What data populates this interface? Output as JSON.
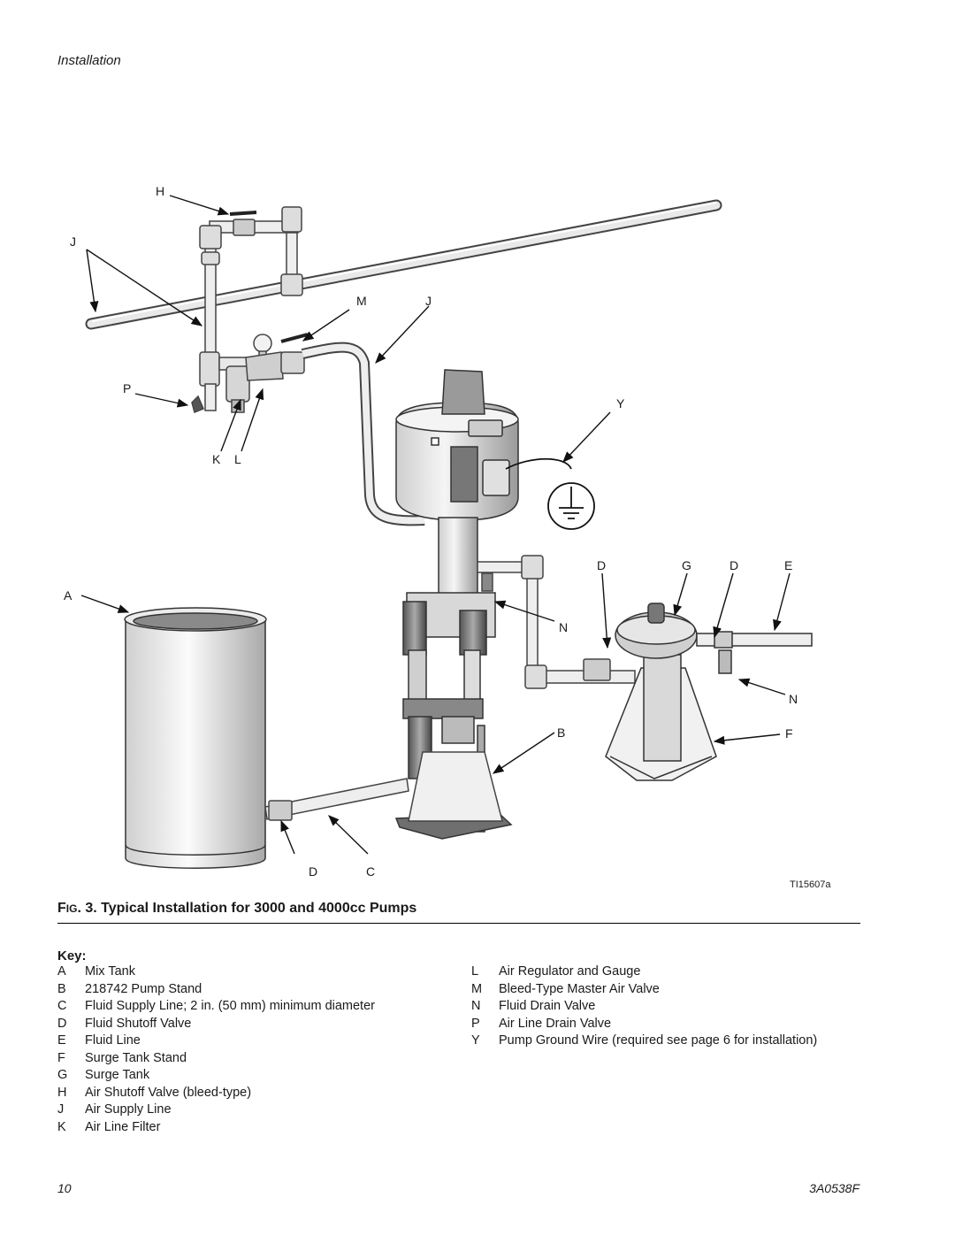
{
  "header": {
    "section": "Installation"
  },
  "figure": {
    "id": "TI15607a",
    "callouts": {
      "H": "H",
      "J": "J",
      "M": "M",
      "J2": "J",
      "P": "P",
      "K": "K",
      "L": "L",
      "Y": "Y",
      "A": "A",
      "D1": "D",
      "G": "G",
      "D2": "D",
      "E": "E",
      "N1": "N",
      "N2": "N",
      "B": "B",
      "F": "F",
      "D3": "D",
      "C": "C"
    }
  },
  "caption": {
    "prefix_big": "F",
    "prefix_small": "IG",
    "text": ". 3. Typical Installation for 3000 and 4000cc Pumps"
  },
  "key": {
    "title": "Key:",
    "left": [
      {
        "letter": "A",
        "desc": "Mix Tank"
      },
      {
        "letter": "B",
        "desc": "218742 Pump Stand"
      },
      {
        "letter": "C",
        "desc": "Fluid Supply Line; 2 in. (50 mm) minimum diameter"
      },
      {
        "letter": "D",
        "desc": "Fluid Shutoff Valve"
      },
      {
        "letter": "E",
        "desc": "Fluid Line"
      },
      {
        "letter": "F",
        "desc": "Surge Tank Stand"
      },
      {
        "letter": "G",
        "desc": "Surge Tank"
      },
      {
        "letter": "H",
        "desc": "Air Shutoff Valve (bleed-type)"
      },
      {
        "letter": "J",
        "desc": "Air Supply Line"
      },
      {
        "letter": "K",
        "desc": "Air Line Filter"
      }
    ],
    "right": [
      {
        "letter": "L",
        "desc": "Air Regulator and Gauge"
      },
      {
        "letter": "M",
        "desc": "Bleed-Type Master Air Valve"
      },
      {
        "letter": "N",
        "desc": "Fluid Drain Valve"
      },
      {
        "letter": "P",
        "desc": "Air Line Drain Valve"
      },
      {
        "letter": "Y",
        "desc": "Pump Ground Wire (required see page 6 for installation)"
      }
    ]
  },
  "footer": {
    "page": "10",
    "doc_id": "3A0538F"
  }
}
